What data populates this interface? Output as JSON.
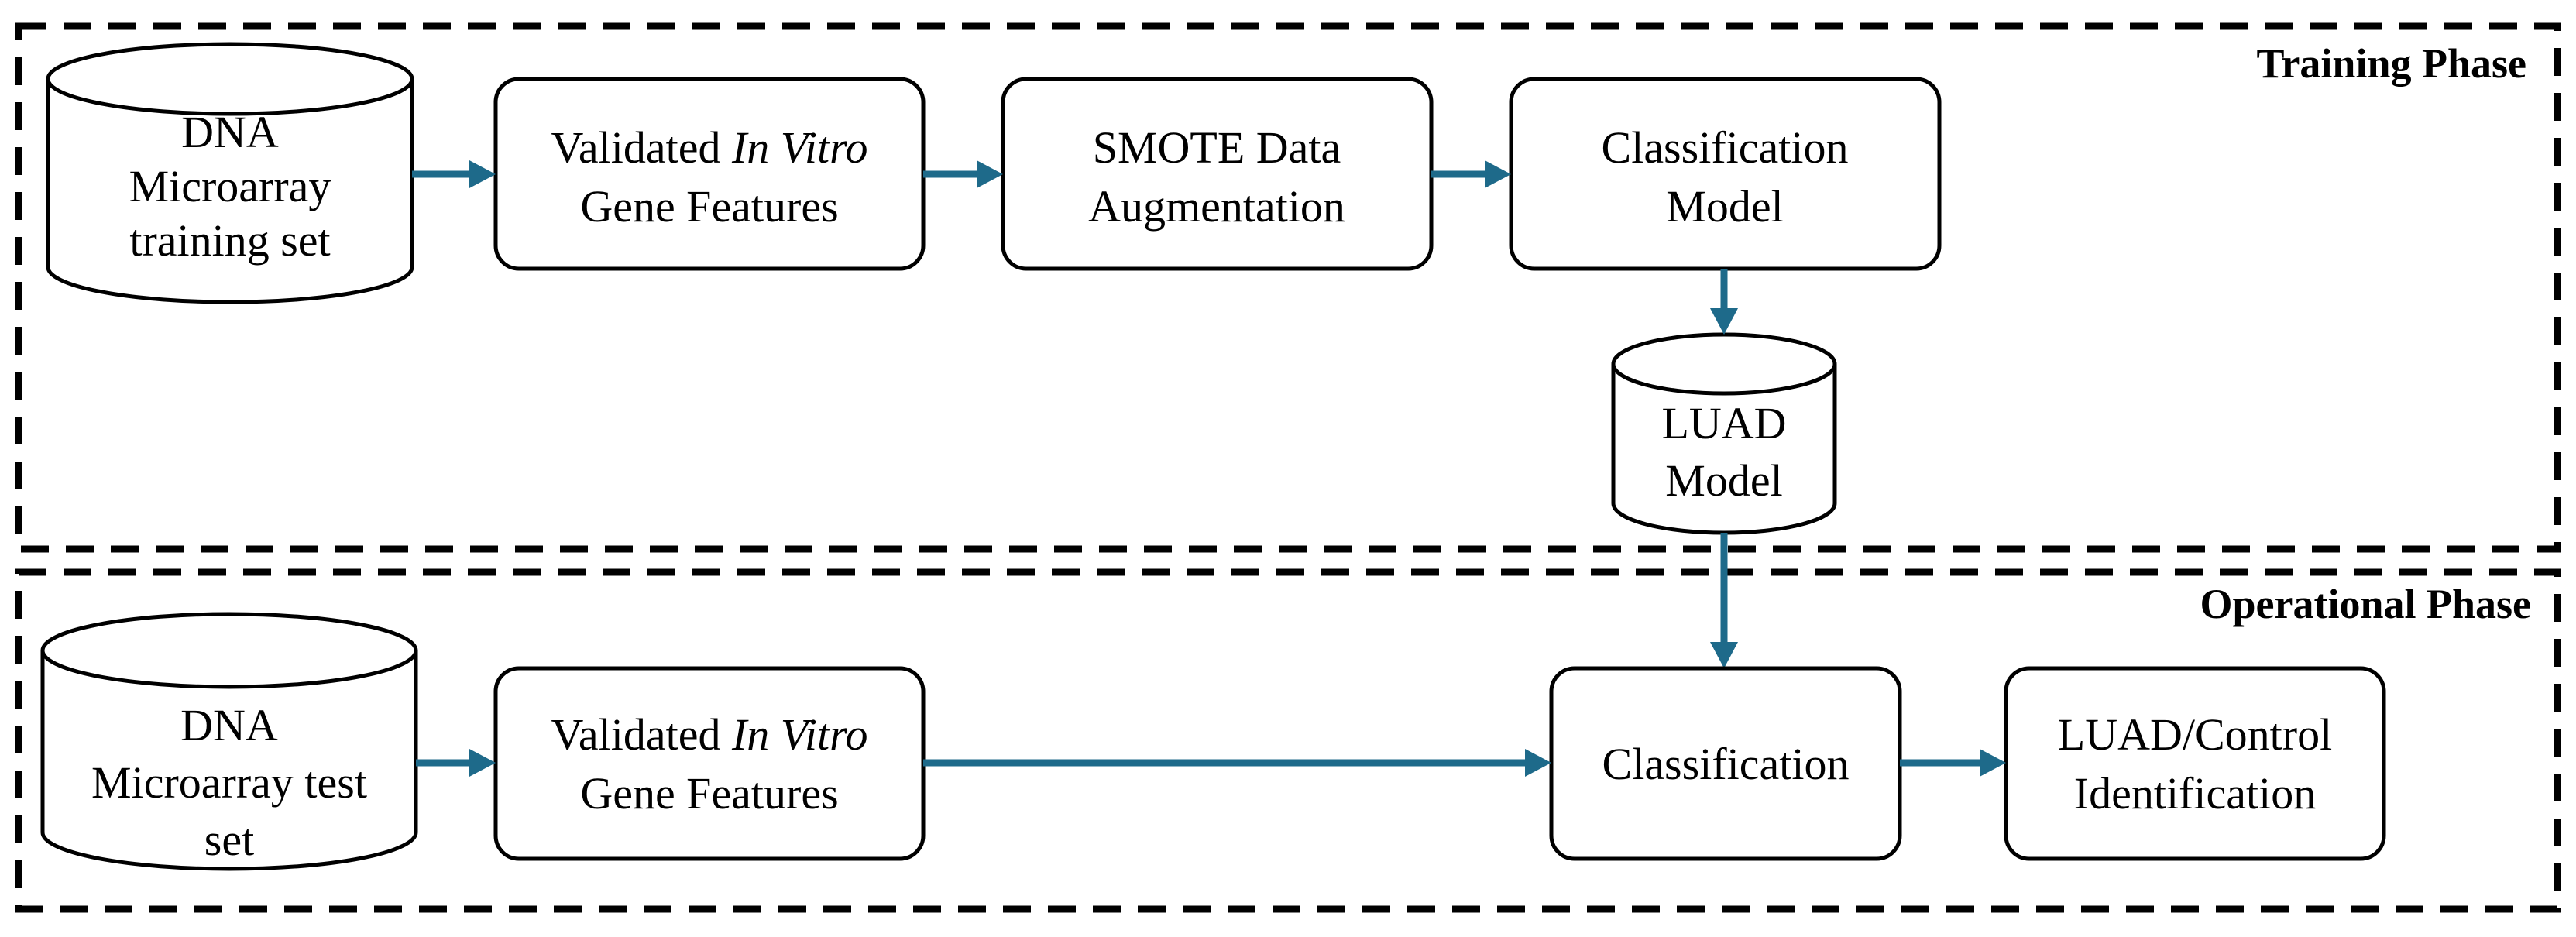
{
  "phases": {
    "training": "Training Phase",
    "operational": "Operational Phase"
  },
  "training_nodes": {
    "dna_training": [
      "DNA",
      "Microarray",
      "training set"
    ],
    "gene_features": {
      "line1_prefix": "Validated ",
      "line1_italic": "In Vitro",
      "line2": "Gene Features"
    },
    "smote": [
      "SMOTE Data",
      "Augmentation"
    ],
    "classification_model": [
      "Classification",
      "Model"
    ],
    "luad_model": [
      "LUAD",
      "Model"
    ]
  },
  "operational_nodes": {
    "dna_test": [
      "DNA",
      "Microarray test",
      "set"
    ],
    "gene_features": {
      "line1_prefix": "Validated ",
      "line1_italic": "In Vitro",
      "line2": "Gene Features"
    },
    "classification": "Classification",
    "identification": [
      "LUAD/Control",
      "Identification"
    ]
  },
  "colors": {
    "arrow": "#1e6a8a",
    "frame": "#000000"
  }
}
